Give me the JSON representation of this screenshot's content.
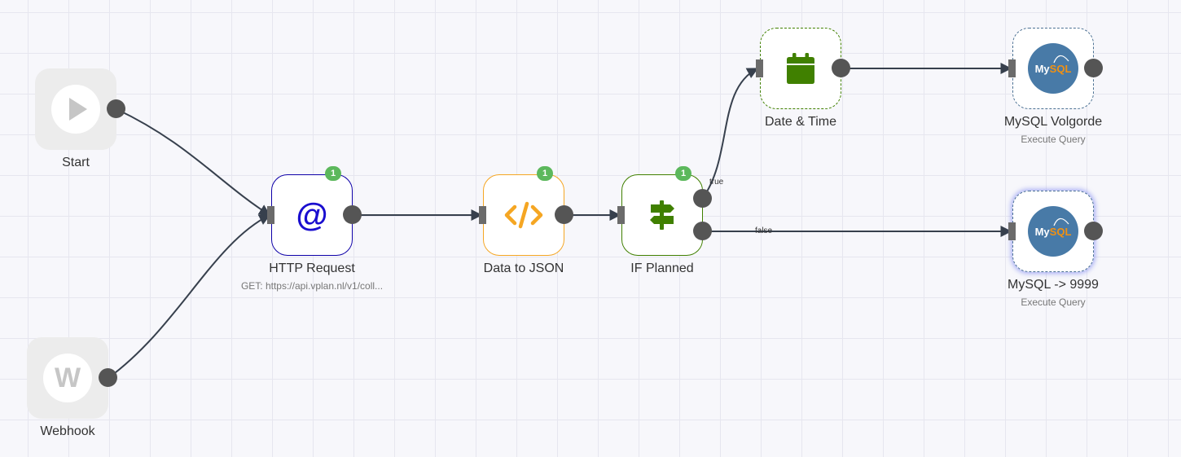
{
  "nodes": {
    "start": {
      "name": "Start",
      "icon": "play-icon"
    },
    "webhook": {
      "name": "Webhook",
      "icon": "webhook-icon",
      "icon_text": "W"
    },
    "http": {
      "name": "HTTP Request",
      "subtitle": "GET: https://api.vplan.nl/v1/coll...",
      "icon": "at-icon",
      "icon_text": "@",
      "badge": "1"
    },
    "data_to_json": {
      "name": "Data to JSON",
      "icon": "code-icon",
      "badge": "1"
    },
    "if_planned": {
      "name": "IF Planned",
      "icon": "signpost-icon",
      "badge": "1"
    },
    "date_time": {
      "name": "Date & Time",
      "icon": "calendar-icon"
    },
    "mysql_volgorde": {
      "name": "MySQL Volgorde",
      "subtitle": "Execute Query",
      "icon": "mysql-icon",
      "logo_my": "My",
      "logo_sql": "SQL"
    },
    "mysql_9999": {
      "name": "MySQL -> 9999",
      "subtitle": "Execute Query",
      "icon": "mysql-icon",
      "logo_my": "My",
      "logo_sql": "SQL"
    }
  },
  "edge_labels": {
    "true": "true",
    "false": "false"
  },
  "colors": {
    "http": "#0e00a8",
    "code": "#f5a623",
    "if": "#408000",
    "mysql": "#487aa7",
    "badge": "#5cb85c",
    "edge": "#37404d"
  }
}
